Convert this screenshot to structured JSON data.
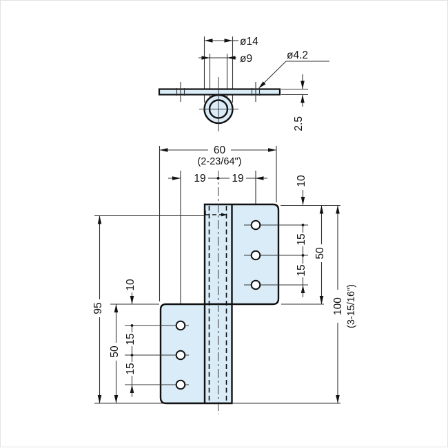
{
  "drawing": {
    "type": "technical-drawing",
    "subject": "flag hinge, top section view and front view",
    "fill_color": "#daecf8",
    "line_color": "#111111"
  },
  "top_view": {
    "dia_knuckle_outer": "ø14",
    "dia_pin": "ø9",
    "dia_screw_hole": "ø4.2",
    "plate_thickness": "2.5"
  },
  "front_view": {
    "overall_width": "60",
    "overall_width_inch": "(2-23/64\")",
    "hole_pitch_left": "19",
    "hole_pitch_right": "19",
    "right_leaf": {
      "edge_to_hole": "10",
      "hole_pitch_1": "15",
      "hole_pitch_2": "15",
      "leaf_height": "50",
      "overall_height": "100",
      "overall_height_inch": "(3-15/16\")"
    },
    "left_leaf": {
      "edge_to_hole": "10",
      "hole_pitch_1": "15",
      "hole_pitch_2": "15",
      "leaf_height": "50",
      "span_height": "95"
    }
  }
}
